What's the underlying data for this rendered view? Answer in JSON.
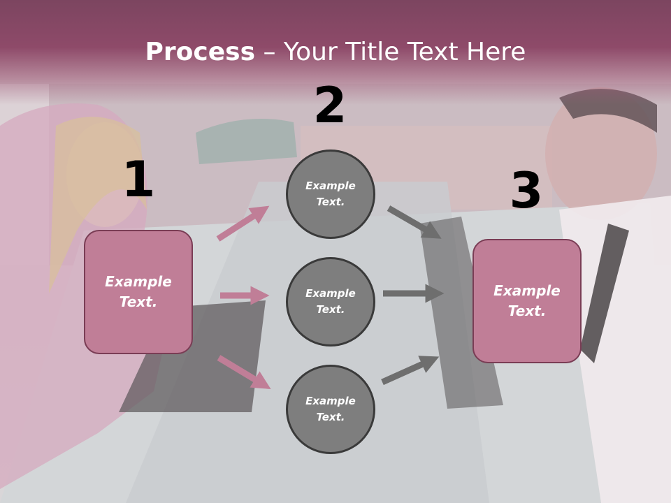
{
  "title": {
    "bold": "Process",
    "rest": " – Your Title Text Here"
  },
  "steps": {
    "s1": {
      "number": "1",
      "text": "Example\nText."
    },
    "s2": {
      "number": "2"
    },
    "s3": {
      "number": "3",
      "text": "Example\nText."
    }
  },
  "circles": [
    {
      "text": "Example\nText."
    },
    {
      "text": "Example\nText."
    },
    {
      "text": "Example\nText."
    }
  ],
  "colors": {
    "accent": "#8e4a69",
    "box": "#c07e97",
    "circle": "#7e7e7e",
    "arrow_pink": "#c07e97",
    "arrow_gray": "#6e6e6e"
  }
}
